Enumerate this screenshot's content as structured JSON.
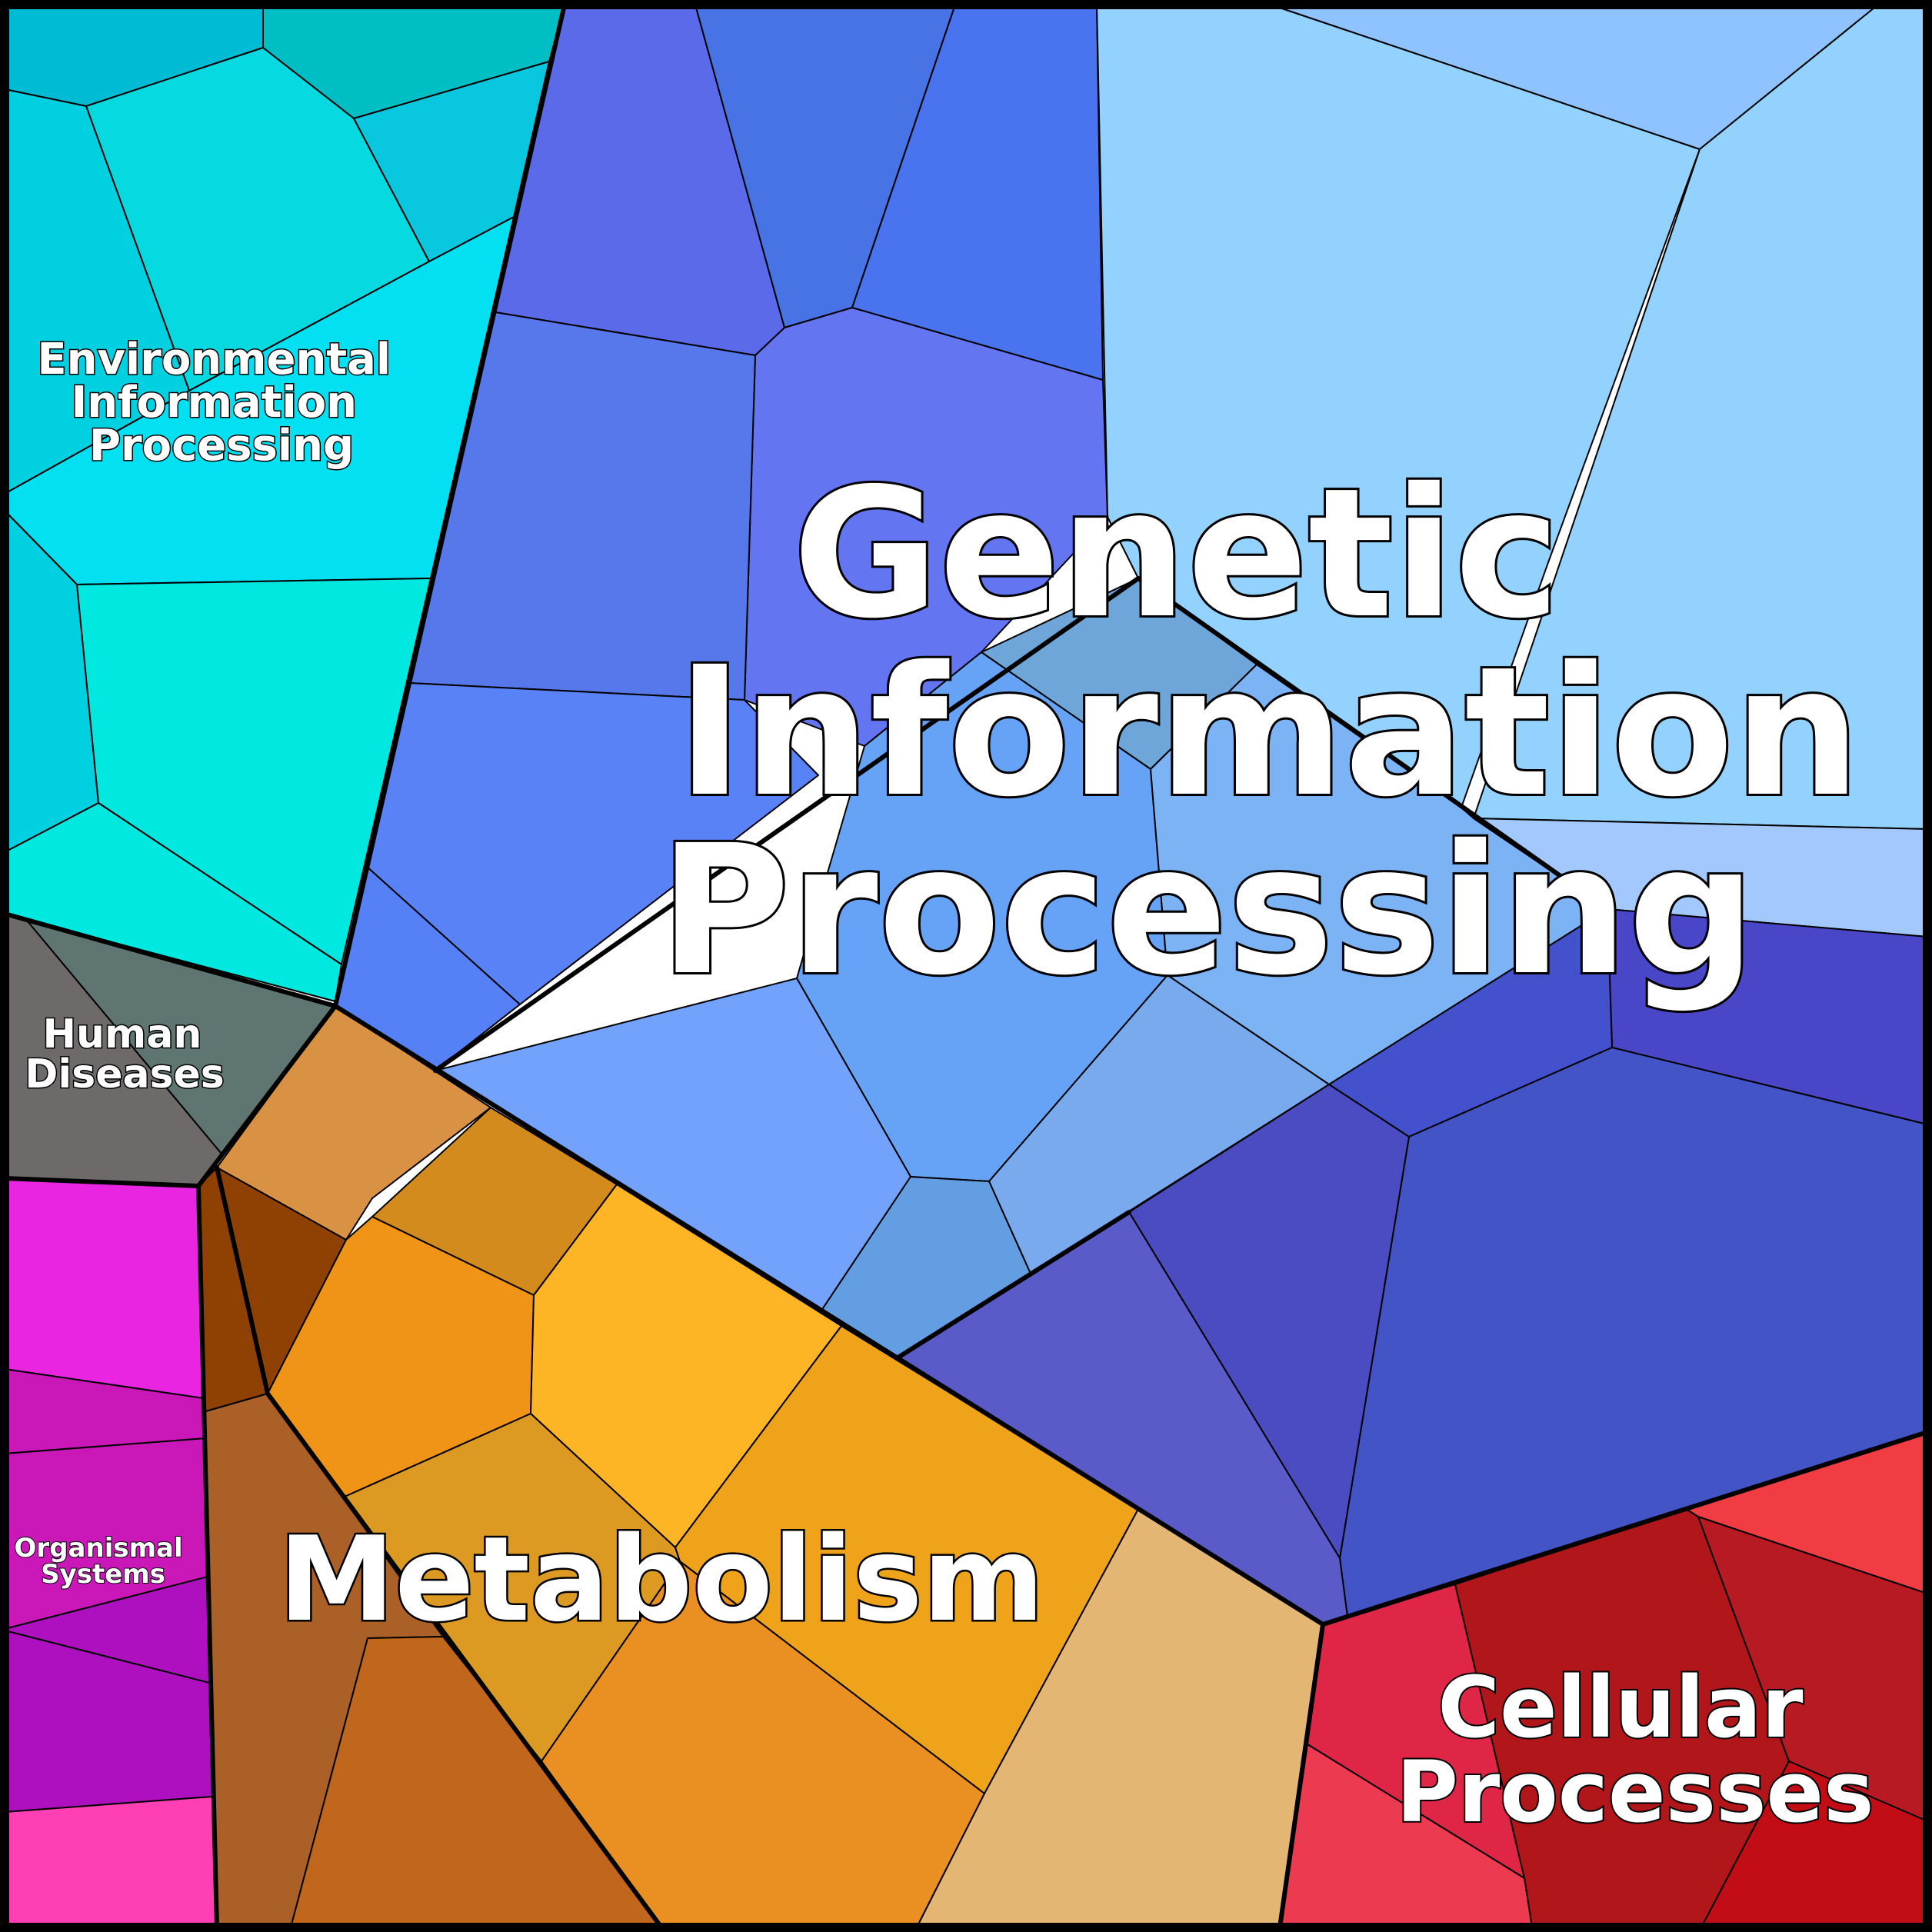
{
  "diagram": {
    "type": "voronoi-treemap",
    "categories": [
      {
        "id": "genetic",
        "lines": [
          "Genetic",
          "Information",
          "Processing"
        ]
      },
      {
        "id": "metabolism",
        "lines": [
          "Metabolism"
        ]
      },
      {
        "id": "cellular",
        "lines": [
          "Cellular",
          "Processes"
        ]
      },
      {
        "id": "environmental",
        "lines": [
          "Environmental",
          "Information",
          "Processing"
        ]
      },
      {
        "id": "human",
        "lines": [
          "Human",
          "Diseases"
        ]
      },
      {
        "id": "organismal",
        "lines": [
          "Organismal",
          "Systems"
        ]
      }
    ],
    "palette": {
      "genetic": [
        "#5b6ae8",
        "#4873e4",
        "#4a74ef",
        "#6475f1",
        "#5778ea",
        "#5a82f7",
        "#5680f6",
        "#93d2ff",
        "#8ec3ff",
        "#6fa6da",
        "#66a3f6",
        "#73a2fd",
        "#7cb3f5",
        "#a2c8fe",
        "#4a46c8",
        "#4451cd",
        "#4355c6",
        "#5a5ac8",
        "#649ee2",
        "#79aaee",
        "#4c4cc2"
      ],
      "metabolism": [
        "#d99243",
        "#d38b1e",
        "#8e4102",
        "#ef9416",
        "#fdb425",
        "#dc9a22",
        "#eea31a",
        "#ea8f22",
        "#ab6027",
        "#c0661d",
        "#e4b673"
      ],
      "cellular": [
        "#f03c42",
        "#e02647",
        "#b0161a",
        "#b81a24",
        "#c30d16",
        "#ec3a50"
      ],
      "environmental": [
        "#00bbd4",
        "#00bfc4",
        "#06d9e0",
        "#08c7df",
        "#02e0f2",
        "#00d0e0",
        "#00e8e0"
      ],
      "human": [
        "#6f6a6a",
        "#5f7571"
      ],
      "organismal": [
        "#ea25e2",
        "#ca17b7",
        "#ae10c0",
        "#b00eb5",
        "#ff3fb3"
      ]
    }
  }
}
